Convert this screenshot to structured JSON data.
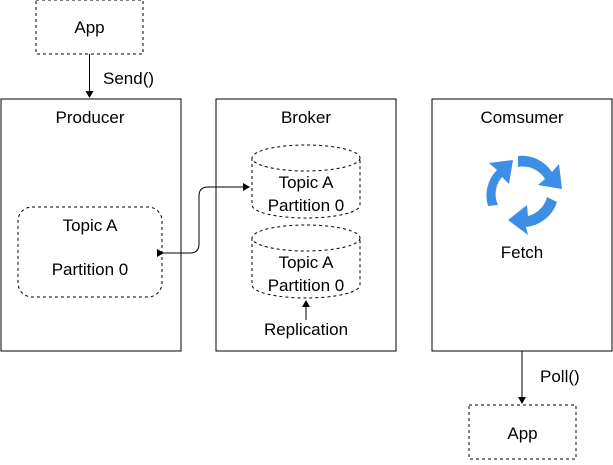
{
  "app_top": {
    "label": "App"
  },
  "send_label": "Send()",
  "producer": {
    "title": "Producer",
    "topic_label": "Topic A",
    "partition_label": "Partition 0"
  },
  "broker": {
    "title": "Broker",
    "topic_1": {
      "topic_label": "Topic A",
      "partition_label": "Partition 0"
    },
    "topic_2": {
      "topic_label": "Topic A",
      "partition_label": "Partition 0"
    },
    "replication_label": "Replication"
  },
  "consumer": {
    "title": "Comsumer",
    "fetch_label": "Fetch",
    "fetch_icon": "cycle-arrows-icon",
    "icon_color": "#3d8fe6"
  },
  "poll_label": "Poll()",
  "app_bottom": {
    "label": "App"
  }
}
